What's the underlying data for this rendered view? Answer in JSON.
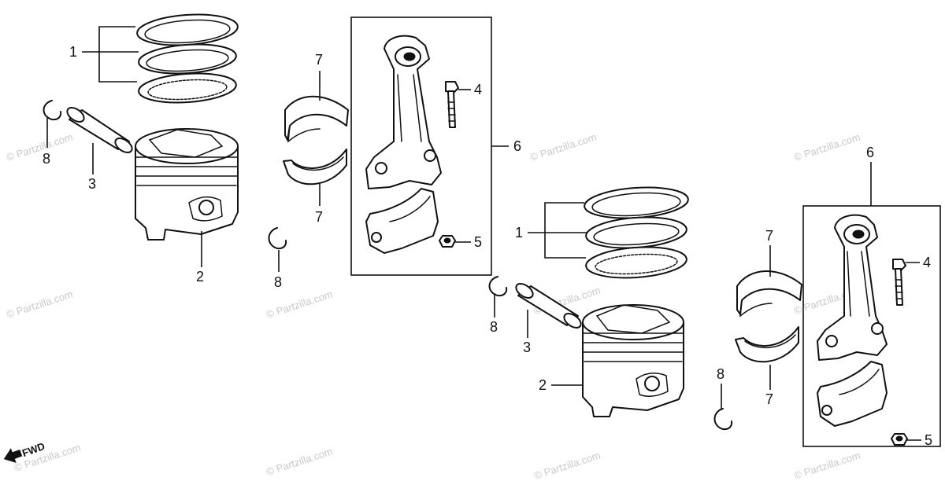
{
  "callouts": {
    "c1a": "1",
    "c2a": "2",
    "c3a": "3",
    "c8a": "8",
    "c8b": "8",
    "c7a": "7",
    "c7b": "7",
    "c4a": "4",
    "c5a": "5",
    "c6a": "6",
    "c1b": "1",
    "c2b": "2",
    "c3b": "3",
    "c8c": "8",
    "c8d": "8",
    "c7c": "7",
    "c7d": "7",
    "c4b": "4",
    "c5b": "5",
    "c6b": "6"
  },
  "fwd_label": "FWD",
  "watermark": "© Partzilla.com"
}
